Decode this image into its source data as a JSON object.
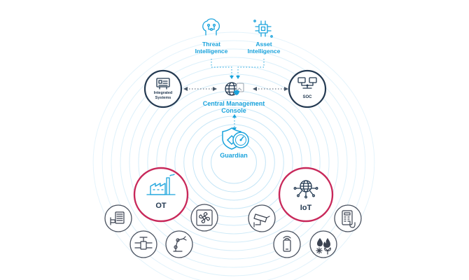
{
  "nodes": {
    "threat_intelligence": [
      "Threat",
      "Intelligence"
    ],
    "asset_intelligence": [
      "Asset",
      "Intelligence"
    ],
    "central_management_console": [
      "Central Management",
      "Console"
    ],
    "integrated_systems": [
      "Integrated",
      "Systems"
    ],
    "soc": "SOC",
    "guardian": "Guardian",
    "ot": "OT",
    "iot": "IoT"
  },
  "icons": {
    "threat_intelligence": "brain-circuit-icon",
    "asset_intelligence": "chip-icon",
    "central_management_console": "globe-shield-console-icon",
    "integrated_systems": "integrated-systems-icon",
    "soc": "network-monitors-icon",
    "guardian": "guardian-shield-gauge-icon",
    "ot": "factory-icon",
    "iot": "globe-network-icon",
    "ot_devices": [
      "server-hand-icon",
      "valve-icon",
      "robot-arm-icon",
      "fan-icon"
    ],
    "iot_devices": [
      "camera-icon",
      "smartphone-wifi-icon",
      "utilities-icon",
      "keypad-icon"
    ]
  },
  "colors": {
    "accent_blue": "#1aa3dc",
    "dark_navy": "#243a52",
    "magenta": "#c8285a",
    "ring_blue": "#bfe3f6",
    "device_stroke": "#4a5260"
  }
}
